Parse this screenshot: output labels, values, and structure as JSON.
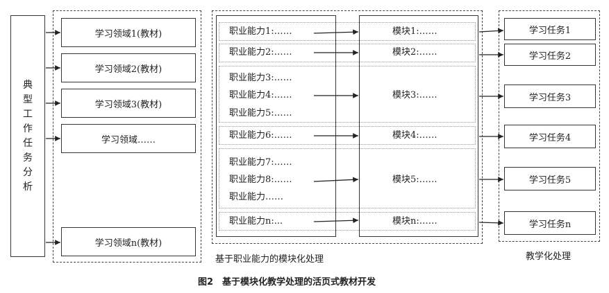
{
  "diagram": {
    "left_label": [
      "典",
      "型",
      "工",
      "作",
      "任",
      "务",
      "分",
      "析"
    ],
    "domains": [
      "学习领域1(教材)",
      "学习领域2(教材)",
      "学习领域3(教材)",
      "学习领域……",
      "学习领域n(教材)"
    ],
    "groups": [
      {
        "abilities": [
          "职业能力1:……"
        ],
        "module": "模块1:……"
      },
      {
        "abilities": [
          "职业能力2:……"
        ],
        "module": "模块2:……"
      },
      {
        "abilities": [
          "职业能力3:……",
          "职业能力4:……",
          "职业能力5:……"
        ],
        "module": "模块3:……"
      },
      {
        "abilities": [
          "职业能力6:……"
        ],
        "module": "模块4:……"
      },
      {
        "abilities": [
          "职业能力7:……",
          "职业能力8:……",
          "职业能力……"
        ],
        "module": "模块5:……"
      },
      {
        "abilities": [
          "职业能力n:..."
        ],
        "module": "模块n:……"
      }
    ],
    "tasks": [
      "学习任务1",
      "学习任务2",
      "学习任务3",
      "学习任务4",
      "学习任务5",
      "学习任务n"
    ],
    "center_caption": "基于职业能力的模块化处理",
    "right_caption": "教学化处理",
    "figure_caption": "图2　基于模块化教学处理的活页式教材开发"
  }
}
